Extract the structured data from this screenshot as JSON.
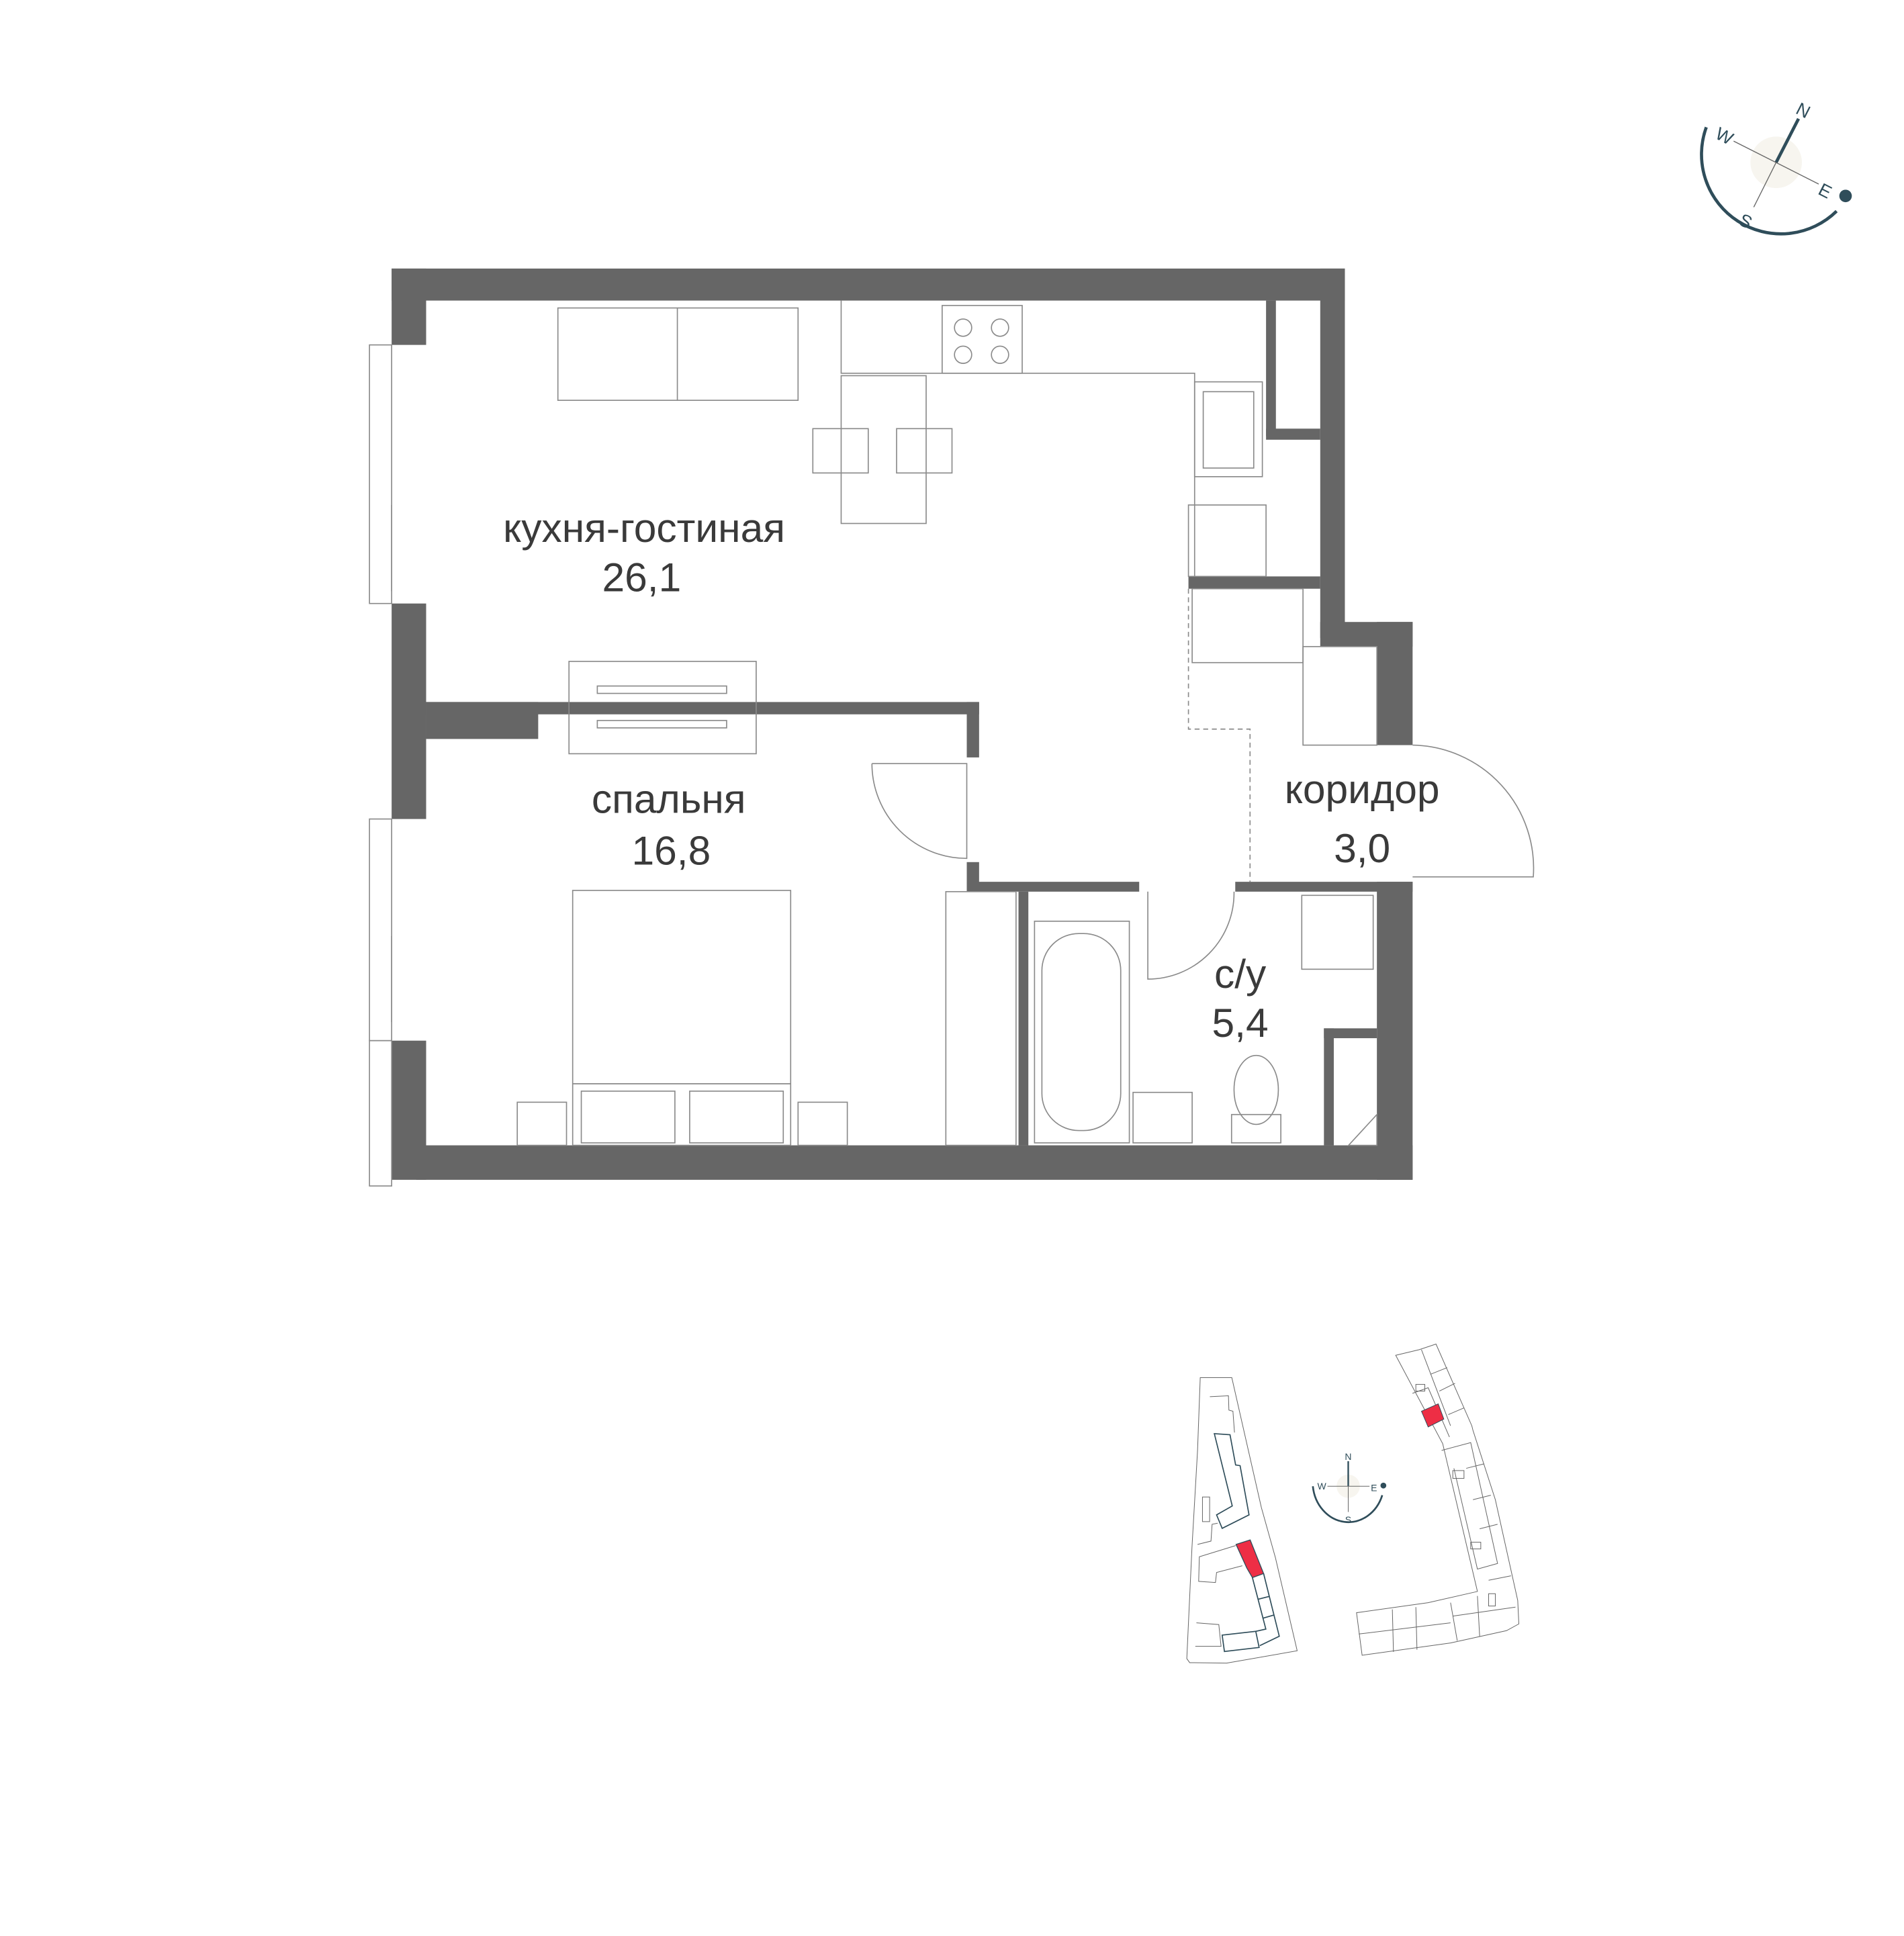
{
  "rooms": [
    {
      "name": "кухня-гостиная",
      "area": "26,1"
    },
    {
      "name": "спальня",
      "area": "16,8"
    },
    {
      "name": "коридор",
      "area": "3,0"
    },
    {
      "name": "с/у",
      "area": "5,4"
    }
  ],
  "compass": {
    "n": "N",
    "s": "S",
    "w": "W",
    "e": "E"
  },
  "colors": {
    "wall": "#666666",
    "highlight": "#ee2e45",
    "compass": "#2f4d5a"
  }
}
